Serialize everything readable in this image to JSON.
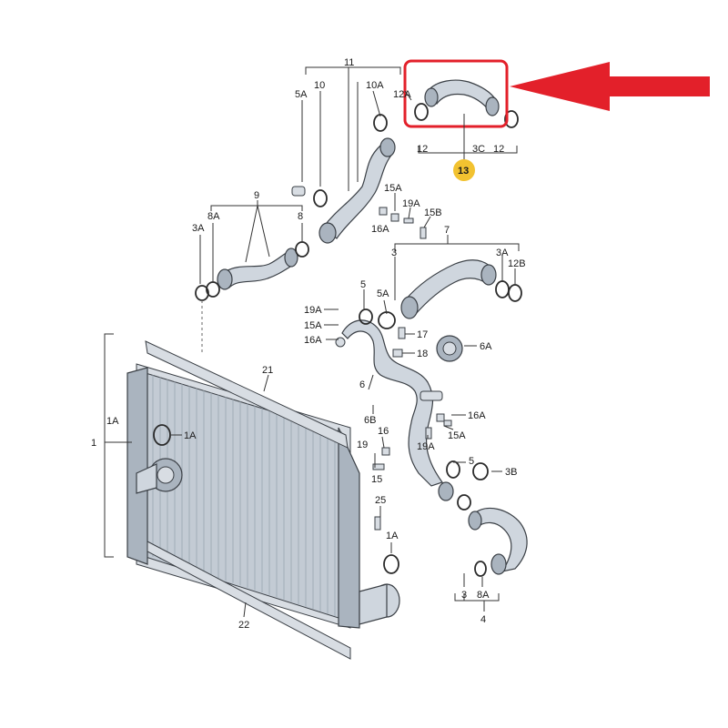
{
  "diagram": {
    "accent_red": "#e3202a",
    "callout_yellow": "#f2c230",
    "highlighted_part": "13",
    "labels": {
      "l11": "11",
      "l5A_top": "5A",
      "l10": "10",
      "l10A": "10A",
      "l12A": "12A",
      "l12_left": "12",
      "l3C": "3C",
      "l12_right": "12",
      "l13": "13",
      "l9": "9",
      "l3A_left": "3A",
      "l8A_left": "8A",
      "l8_left": "8",
      "l15A_top": "15A",
      "l19A_top": "19A",
      "l15B": "15B",
      "l16A_top": "16A",
      "l7": "7",
      "l3_mid": "3",
      "l3A_right": "3A",
      "l12B": "12B",
      "l5": "5",
      "l5A_mid": "5A",
      "l19A_mid": "19A",
      "l15A_mid": "15A",
      "l16A_mid": "16A",
      "l17": "17",
      "l18": "18",
      "l6A": "6A",
      "l21": "21",
      "l6": "6",
      "l1A_left": "1A",
      "l1": "1",
      "l1A_inner": "1A",
      "l6B": "6B",
      "l16_right": "16A",
      "l16": "16",
      "l19A_low": "19A",
      "l15A_low": "15A",
      "l19": "19",
      "l15": "15",
      "l5_low": "5",
      "l3B": "3B",
      "l25": "25",
      "l1A_low": "1A",
      "l3_low": "3",
      "l8A_low": "8A",
      "l4": "4",
      "l22": "22"
    }
  }
}
